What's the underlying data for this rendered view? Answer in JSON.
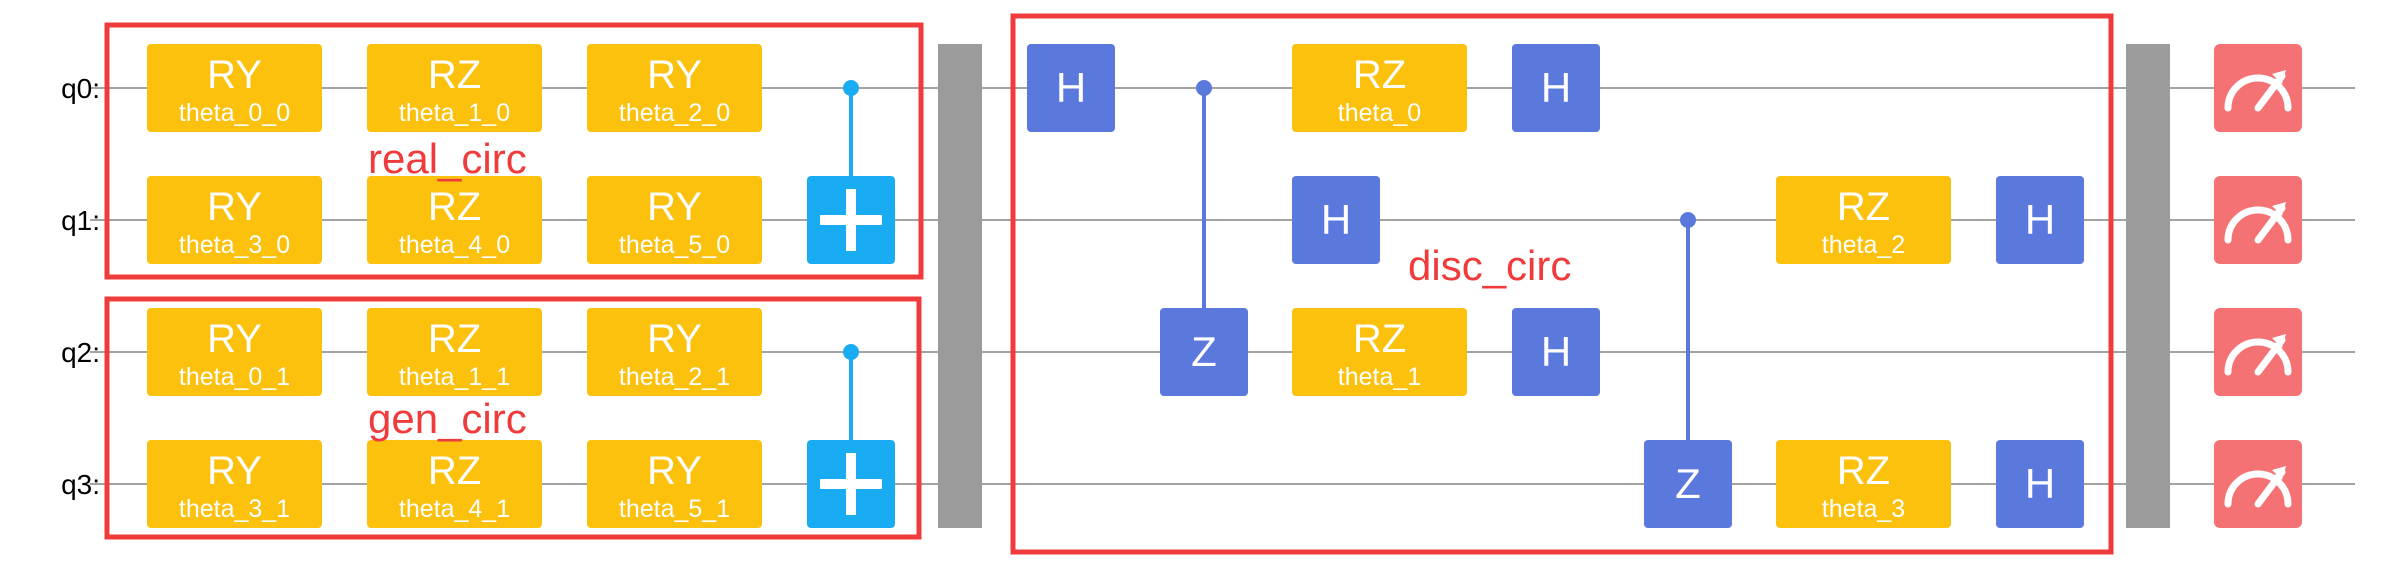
{
  "colors": {
    "rotation_gate": "#FBC10D",
    "hadamard_gate": "#5B78DC",
    "cnot_gate": "#1AACF2",
    "measure_gate": "#F47174",
    "barrier": "#9B9B9B",
    "wire": "#A3A3A3",
    "box_outline": "#EF3B3B",
    "box_label": "#EF3B3B"
  },
  "icons": {
    "cnot_target": "plus-icon",
    "measure": "meter-icon"
  },
  "qubits": [
    "q0:",
    "q1:",
    "q2:",
    "q3:"
  ],
  "boxes": [
    {
      "label": "real_circ"
    },
    {
      "label": "gen_circ"
    },
    {
      "label": "disc_circ"
    }
  ],
  "gates": [
    {
      "name": "RY",
      "param": "theta_0_0"
    },
    {
      "name": "RZ",
      "param": "theta_1_0"
    },
    {
      "name": "RY",
      "param": "theta_2_0"
    },
    {
      "name": "RY",
      "param": "theta_3_0"
    },
    {
      "name": "RZ",
      "param": "theta_4_0"
    },
    {
      "name": "RY",
      "param": "theta_5_0"
    },
    {
      "name": "RY",
      "param": "theta_0_1"
    },
    {
      "name": "RZ",
      "param": "theta_1_1"
    },
    {
      "name": "RY",
      "param": "theta_2_1"
    },
    {
      "name": "RY",
      "param": "theta_3_1"
    },
    {
      "name": "RZ",
      "param": "theta_4_1"
    },
    {
      "name": "RY",
      "param": "theta_5_1"
    },
    {
      "name": "H"
    },
    {
      "name": "Z"
    },
    {
      "name": "RZ",
      "param": "theta_0"
    },
    {
      "name": "H"
    },
    {
      "name": "H"
    },
    {
      "name": "RZ",
      "param": "theta_1"
    },
    {
      "name": "H"
    },
    {
      "name": "Z"
    },
    {
      "name": "RZ",
      "param": "theta_2"
    },
    {
      "name": "H"
    },
    {
      "name": "RZ",
      "param": "theta_3"
    },
    {
      "name": "H"
    }
  ]
}
